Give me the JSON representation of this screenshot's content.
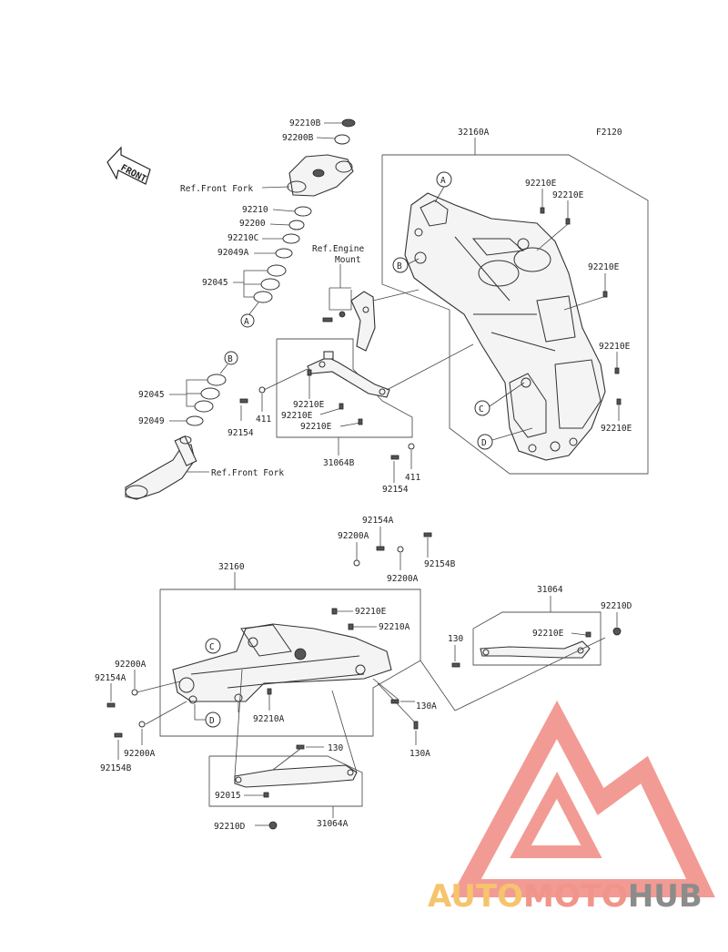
{
  "figure_code": "F2120",
  "callouts": {
    "A": "A",
    "B": "B",
    "C": "C",
    "D": "D"
  },
  "front_arrow": "FRONT",
  "refs": {
    "front_fork_top": "Ref.Front Fork",
    "front_fork_bottom": "Ref.Front Fork",
    "engine_mount_line1": "Ref.Engine",
    "engine_mount_line2": "Mount"
  },
  "parts": {
    "p32160A": "32160A",
    "p92210B": "92210B",
    "p92200B": "92200B",
    "p92210": "92210",
    "p92200": "92200",
    "p92210C": "92210C",
    "p92049A": "92049A",
    "p92045_top": "92045",
    "p92045_low": "92045",
    "p92049": "92049",
    "p92210E_1": "92210E",
    "p92210E_2": "92210E",
    "p92210E_3": "92210E",
    "p92210E_4": "92210E",
    "p92210E_5": "92210E",
    "p92210E_6": "92210E",
    "p92210E_7": "92210E",
    "p92210E_8": "92210E",
    "p92154_1": "92154",
    "p411_1": "411",
    "p31064B": "31064B",
    "p411_2": "411",
    "p92154_2": "92154",
    "p92154A_top": "92154A",
    "p92200A_top": "92200A",
    "p92154B_top": "92154B",
    "p92200A_right": "92200A",
    "p32160": "32160",
    "p92210E_lower": "92210E",
    "p92210A_1": "92210A",
    "p92200A_left": "92200A",
    "p92154A_left": "92154A",
    "p92210A_2": "92210A",
    "p92200A_low": "92200A",
    "p92154B_low": "92154B",
    "p130A_1": "130A",
    "p130A_2": "130A",
    "p130_mid": "130",
    "p92015": "92015",
    "p92210D_low": "92210D",
    "p31064A": "31064A",
    "p31064": "31064",
    "p92210D_right": "92210D",
    "p130_right": "130",
    "p92210E_right": "92210E"
  },
  "watermark": {
    "part1": "AUTO",
    "part2": "MOTO",
    "part3": "HUB",
    "color_logo": "#f08a82",
    "color_auto": "#f6c46c",
    "color_moto": "#f1948a",
    "color_hub": "#8c8c8c"
  }
}
